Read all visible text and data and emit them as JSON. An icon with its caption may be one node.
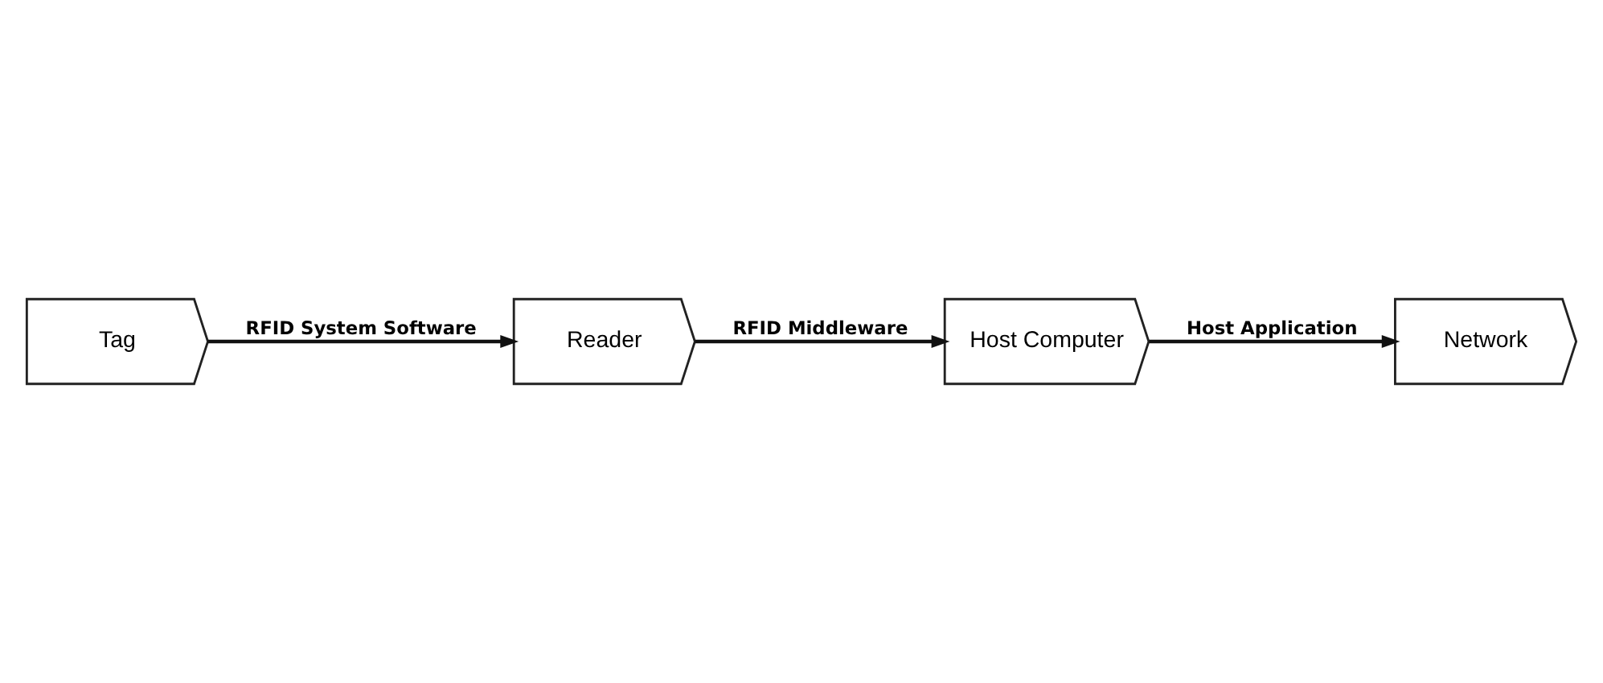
{
  "diagram": {
    "nodes": [
      {
        "text": [
          "Tag"
        ]
      },
      {
        "text": [
          "Reader"
        ]
      },
      {
        "text": [
          "Host Computer"
        ]
      },
      {
        "text": [
          "Network"
        ]
      }
    ],
    "edges": [
      {
        "from": 0,
        "to": 1,
        "arrow": "to",
        "label": "RFID System Software"
      },
      {
        "from": 1,
        "to": 2,
        "arrow": "to",
        "label": "RFID Middleware"
      },
      {
        "from": 2,
        "to": 3,
        "arrow": "to",
        "label": "Host Application"
      }
    ]
  }
}
